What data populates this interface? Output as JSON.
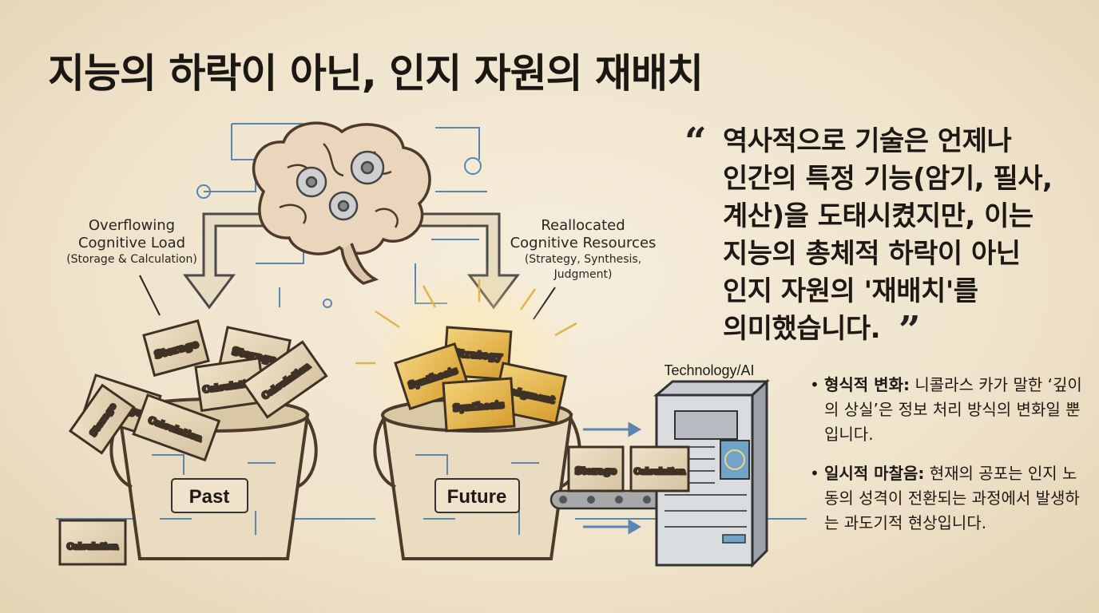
{
  "title": "지능의 하락이 아닌, 인지 자원의 재배치",
  "quote": {
    "open_mark": "“",
    "close_mark": "”",
    "text": "역사적으로 기술은 언제나\n인간의 특정 기능(암기, 필사,\n계산)을 도태시켰지만, 이는\n지능의 총체적 하락이 아닌\n인지 자원의 '재배치'를\n의미했습니다."
  },
  "left_label": {
    "main": "Overflowing\nCognitive Load",
    "sub": "(Storage & Calculation)"
  },
  "right_label": {
    "main": "Reallocated\nCognitive Resources",
    "sub": "(Strategy, Synthesis,\nJudgment)"
  },
  "tech_label": "Technology/AI",
  "buckets": {
    "past": "Past",
    "future": "Future"
  },
  "past_boxes": [
    "Storage",
    "Storage",
    "Storage",
    "Calculation",
    "Calculation",
    "Calculation",
    "Storage",
    "Calculation"
  ],
  "future_boxes": [
    "Strategy",
    "Synthesis",
    "Judgment",
    "Synthesis"
  ],
  "conveyor_boxes": [
    "Storage",
    "Calculation"
  ],
  "bullets": [
    {
      "bullet": "•",
      "heading": "형식적 변화:",
      "text": " 니콜라스 카가 말한 ‘깊이의 상실’은 정보 처리 방식의 변화일 뿐입니다."
    },
    {
      "bullet": "•",
      "heading": "일시적 마찰음:",
      "text": " 현재의 공포는 인지 노동의 성격이 전환되는 과정에서 발생하는 과도기적 현상입니다."
    }
  ],
  "icons": [
    "brain-icon",
    "gear-icon",
    "server-icon",
    "arrow-icon"
  ],
  "colors": {
    "background": "#efe3cb",
    "ink": "#1e1a16",
    "gold": "#e2b84a",
    "blue": "#5b86b0",
    "bucket": "#e9dcc1"
  }
}
